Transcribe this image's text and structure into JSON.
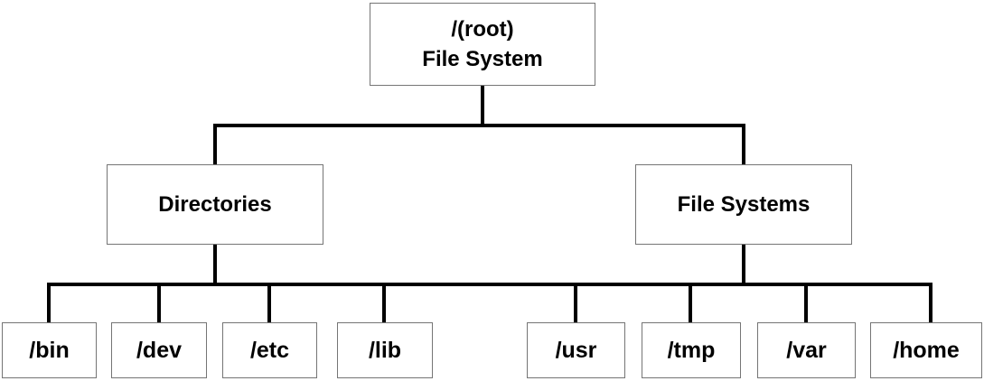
{
  "diagram": {
    "type": "tree",
    "root": {
      "label_line1": "/(root)",
      "label_line2": "File System"
    },
    "branches": [
      {
        "label": "Directories",
        "children": [
          "/bin",
          "/dev",
          "/etc",
          "/lib"
        ]
      },
      {
        "label": "File Systems",
        "children": [
          "/usr",
          "/tmp",
          "/var",
          "/home"
        ]
      }
    ],
    "colors": {
      "background": "#ffffff",
      "box_border": "#757575",
      "connector_line": "#000000",
      "text": "#000000"
    }
  }
}
